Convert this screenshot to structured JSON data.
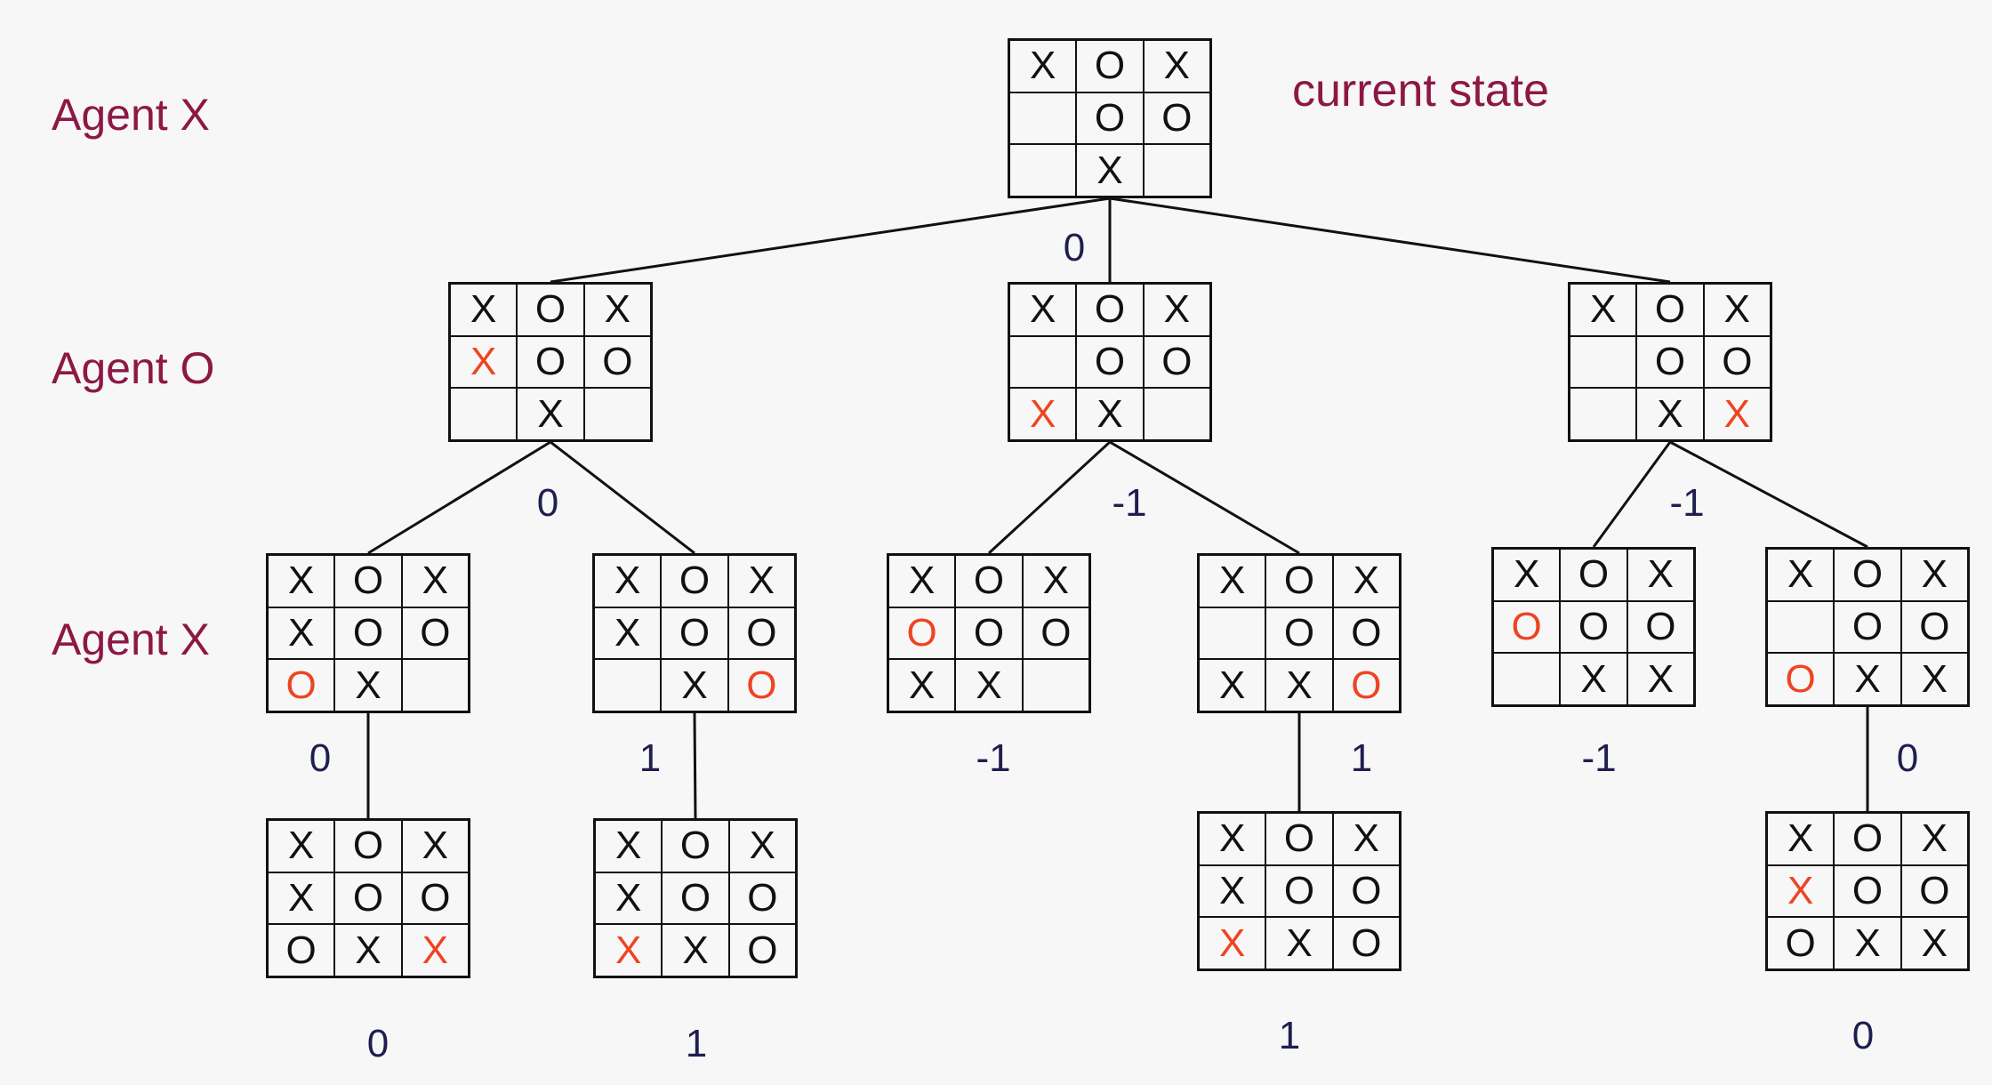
{
  "labels": {
    "agent_top": "Agent X",
    "agent_mid": "Agent O",
    "agent_bot": "Agent X",
    "current_state": "current state"
  },
  "colors": {
    "label": "#8d1844",
    "value": "#1e1e50",
    "new_move": "#ee4422",
    "line": "#111111"
  },
  "boards": {
    "root": {
      "cells": [
        "X",
        "O",
        "X",
        "",
        "O",
        "O",
        "",
        "X",
        ""
      ],
      "new": -1
    },
    "a": {
      "cells": [
        "X",
        "O",
        "X",
        "X",
        "O",
        "O",
        "",
        "X",
        ""
      ],
      "new": 3
    },
    "b": {
      "cells": [
        "X",
        "O",
        "X",
        "",
        "O",
        "O",
        "X",
        "X",
        ""
      ],
      "new": 6
    },
    "c": {
      "cells": [
        "X",
        "O",
        "X",
        "",
        "O",
        "O",
        "",
        "X",
        "X"
      ],
      "new": 8
    },
    "a1": {
      "cells": [
        "X",
        "O",
        "X",
        "X",
        "O",
        "O",
        "O",
        "X",
        ""
      ],
      "new": 6
    },
    "a2": {
      "cells": [
        "X",
        "O",
        "X",
        "X",
        "O",
        "O",
        "",
        "X",
        "O"
      ],
      "new": 8
    },
    "b1": {
      "cells": [
        "X",
        "O",
        "X",
        "O",
        "O",
        "O",
        "X",
        "X",
        ""
      ],
      "new": 3
    },
    "b2": {
      "cells": [
        "X",
        "O",
        "X",
        "",
        "O",
        "O",
        "X",
        "X",
        "O"
      ],
      "new": 8
    },
    "c1": {
      "cells": [
        "X",
        "O",
        "X",
        "O",
        "O",
        "O",
        "",
        "X",
        "X"
      ],
      "new": 3
    },
    "c2": {
      "cells": [
        "X",
        "O",
        "X",
        "",
        "O",
        "O",
        "O",
        "X",
        "X"
      ],
      "new": 6
    },
    "a1t": {
      "cells": [
        "X",
        "O",
        "X",
        "X",
        "O",
        "O",
        "O",
        "X",
        "X"
      ],
      "new": 8
    },
    "a2t": {
      "cells": [
        "X",
        "O",
        "X",
        "X",
        "O",
        "O",
        "X",
        "X",
        "O"
      ],
      "new": 6
    },
    "b2t": {
      "cells": [
        "X",
        "O",
        "X",
        "X",
        "O",
        "O",
        "X",
        "X",
        "O"
      ],
      "new": 6
    },
    "c2t": {
      "cells": [
        "X",
        "O",
        "X",
        "X",
        "O",
        "O",
        "O",
        "X",
        "X"
      ],
      "new": 3
    }
  },
  "values": {
    "root": "0",
    "a": "0",
    "b": "-1",
    "c": "-1",
    "a1": "0",
    "a2": "1",
    "b1": "-1",
    "b2": "1",
    "c1": "-1",
    "c2": "0",
    "a1t": "0",
    "a2t": "1",
    "b2t": "1",
    "c2t": "0"
  }
}
